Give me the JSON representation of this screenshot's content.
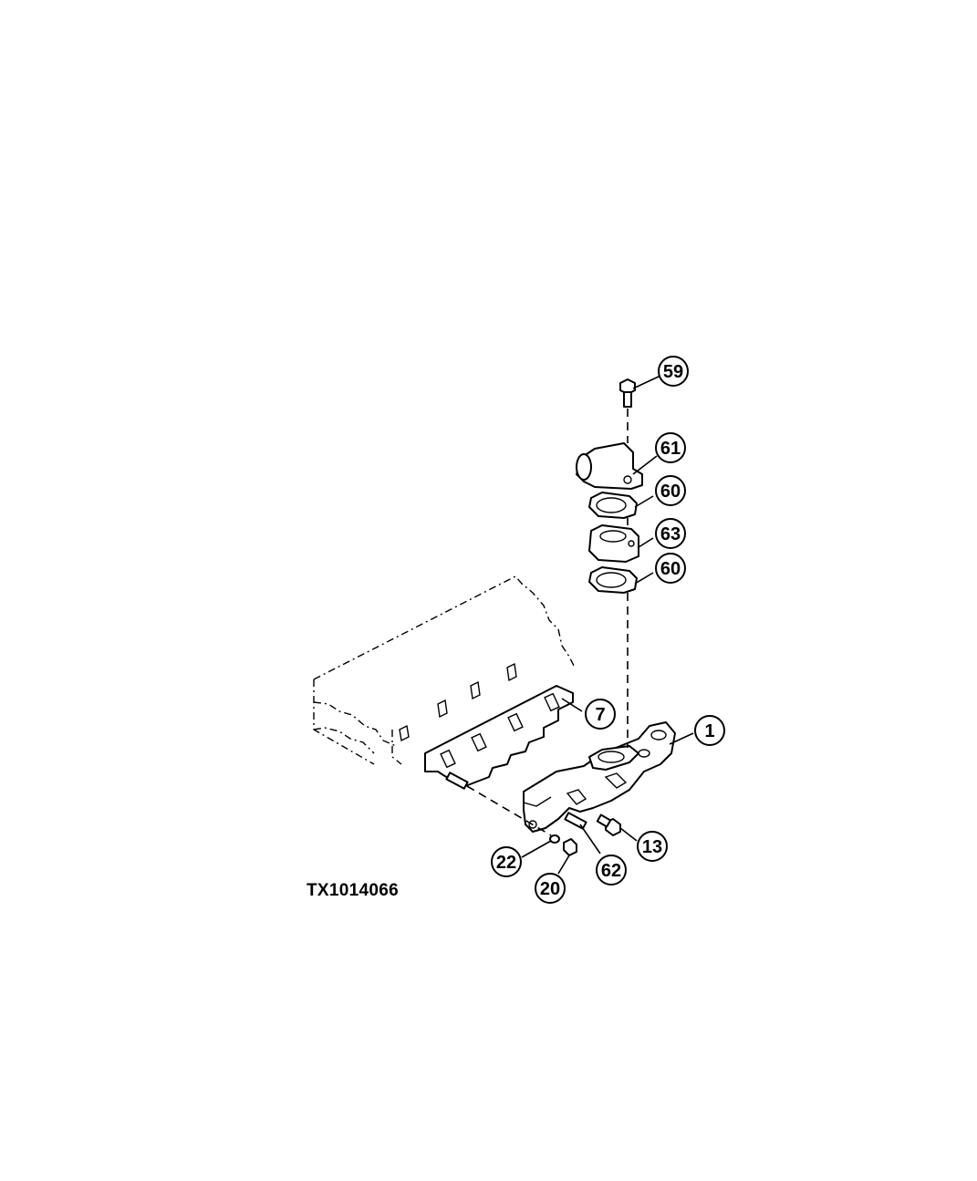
{
  "figure_id": "TX1014066",
  "callouts": [
    "59",
    "61",
    "60",
    "63",
    "60",
    "7",
    "1",
    "13",
    "62",
    "22",
    "20"
  ],
  "colors": {
    "line": "#000000",
    "background": "#ffffff"
  }
}
